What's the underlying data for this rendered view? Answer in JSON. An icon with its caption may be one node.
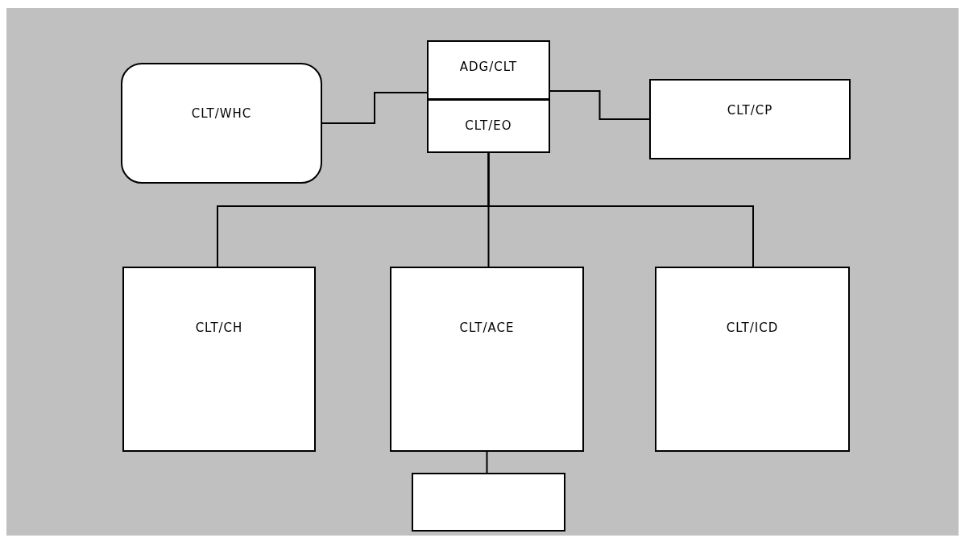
{
  "diagram": {
    "nodes": [
      {
        "text": [
          "CLT/WHC"
        ]
      },
      {
        "text": [
          "ADG/CLT"
        ]
      },
      {
        "text": [
          "CLT/EO"
        ]
      },
      {
        "text": [
          "CLT/CP"
        ]
      },
      {
        "text": [
          "CLT/CH"
        ]
      },
      {
        "text": [
          "CLT/ACE"
        ]
      },
      {
        "text": [
          "CLT/ICD"
        ]
      },
      {
        "text": [],
        "shape": "box"
      }
    ],
    "edges": [
      {
        "from": 0,
        "to": 1,
        "arrow": "none"
      },
      {
        "from": 1,
        "to": 3,
        "arrow": "none"
      },
      {
        "from": 2,
        "to": 4,
        "arrow": "none"
      },
      {
        "from": 2,
        "to": 5,
        "arrow": "none"
      },
      {
        "from": 2,
        "to": 6,
        "arrow": "none"
      },
      {
        "from": 5,
        "to": 7,
        "arrow": "none"
      }
    ]
  }
}
